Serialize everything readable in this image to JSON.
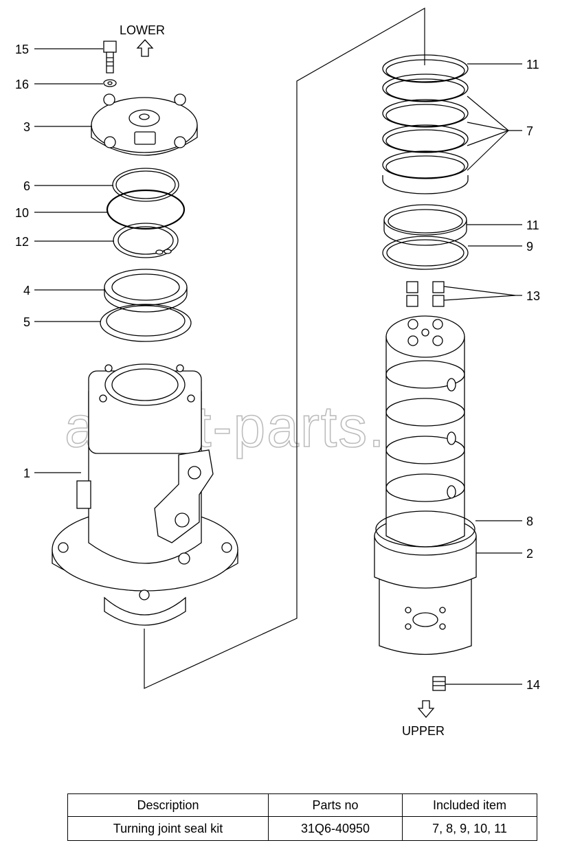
{
  "direction_labels": {
    "lower": "LOWER",
    "upper": "UPPER"
  },
  "watermark": "ansat-parts.ru",
  "callouts": [
    {
      "id": "c15",
      "label": "15"
    },
    {
      "id": "c16",
      "label": "16"
    },
    {
      "id": "c3",
      "label": "3"
    },
    {
      "id": "c6",
      "label": "6"
    },
    {
      "id": "c10",
      "label": "10"
    },
    {
      "id": "c12",
      "label": "12"
    },
    {
      "id": "c4",
      "label": "4"
    },
    {
      "id": "c5",
      "label": "5"
    },
    {
      "id": "c1",
      "label": "1"
    },
    {
      "id": "c11a",
      "label": "11"
    },
    {
      "id": "c7",
      "label": "7"
    },
    {
      "id": "c11b",
      "label": "11"
    },
    {
      "id": "c9",
      "label": "9"
    },
    {
      "id": "c13",
      "label": "13"
    },
    {
      "id": "c8",
      "label": "8"
    },
    {
      "id": "c2",
      "label": "2"
    },
    {
      "id": "c14",
      "label": "14"
    }
  ],
  "kit_table": {
    "headers": [
      "Description",
      "Parts no",
      "Included item"
    ],
    "rows": [
      [
        "Turning joint seal kit",
        "31Q6-40950",
        "7, 8, 9, 10, 11"
      ]
    ]
  }
}
